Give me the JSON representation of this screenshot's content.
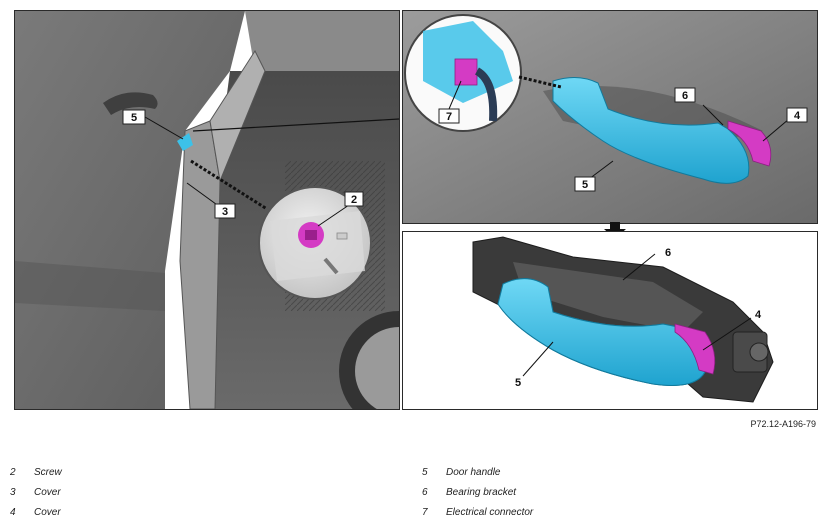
{
  "callouts": {
    "screw": "2",
    "cover_left": "3",
    "cover_right": "4",
    "door_handle": "5",
    "bearing_bracket": "6",
    "electrical_connector": "7"
  },
  "reference_code": "P72.12-A196-79",
  "legend": {
    "left": [
      {
        "num": "2",
        "text": "Screw"
      },
      {
        "num": "3",
        "text": "Cover"
      },
      {
        "num": "4",
        "text": "Cover"
      }
    ],
    "right": [
      {
        "num": "5",
        "text": "Door handle"
      },
      {
        "num": "6",
        "text": "Bearing bracket"
      },
      {
        "num": "7",
        "text": "Electrical connector"
      }
    ]
  },
  "colors": {
    "handle_cyan": "#3cc1e8",
    "cover_magenta": "#d43bc4",
    "car_gray": "#6e6e6e"
  }
}
